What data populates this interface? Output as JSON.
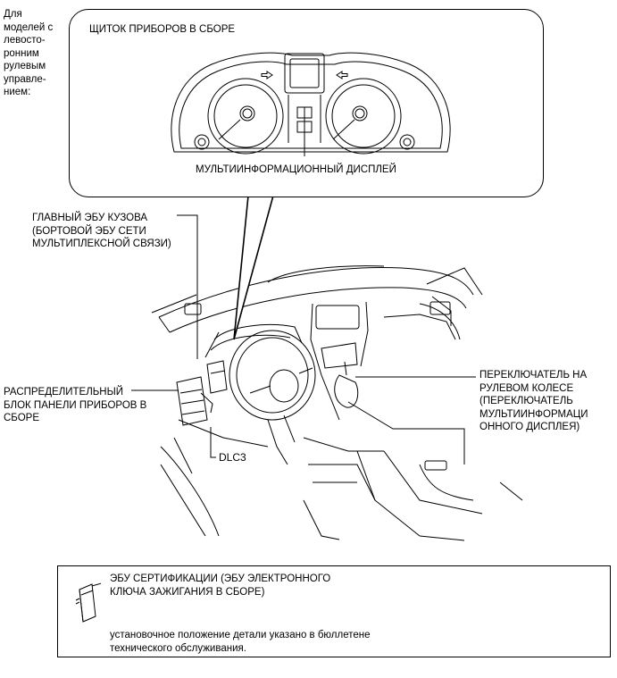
{
  "side_note": "Для\nмоделей с\nлевосто-\nронним\nрулевым\nуправле-\nнием:",
  "callout": {
    "title": "ЩИТОК ПРИБОРОВ В СБОРЕ",
    "display_label": "МУЛЬТИИНФОРМАЦИОННЫЙ ДИСПЛЕЙ"
  },
  "labels": {
    "body_ecu": "ГЛАВНЫЙ ЭБУ КУЗОВА\n(БОРТОВОЙ ЭБУ СЕТИ\nМУЛЬТИПЛЕКСНОЙ СВЯЗИ)",
    "junction_block": "РАСПРЕДЕЛИТЕЛЬНЫЙ\nБЛОК ПАНЕЛИ ПРИБОРОВ В\nСБОРЕ",
    "steering_switch": "ПЕРЕКЛЮЧАТЕЛЬ НА\nРУЛЕВОМ КОЛЕСЕ\n(ПЕРЕКЛЮЧАТЕЛЬ\nМУЛЬТИИНФОРМАЦИ\nОННОГО ДИСПЛЕЯ)",
    "dlc3": "DLC3"
  },
  "legend": {
    "title": "ЭБУ СЕРТИФИКАЦИИ (ЭБУ ЭЛЕКТРОННОГО\nКЛЮЧА ЗАЖИГАНИЯ В СБОРЕ)",
    "note": "установочное положение детали указано в бюллетене\nтехнического обслуживания."
  }
}
